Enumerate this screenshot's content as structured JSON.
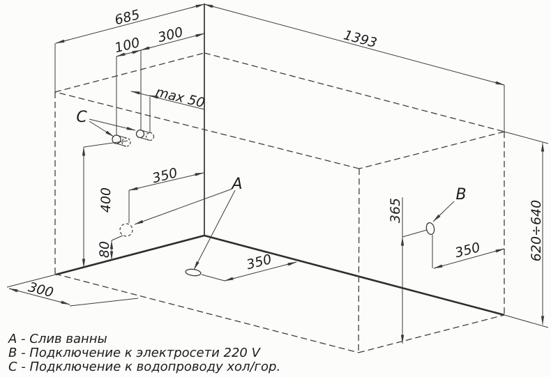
{
  "colors": {
    "line": "#3a3a3a",
    "text": "#1c1c1c",
    "background": "#fcfcfb"
  },
  "dims": {
    "bath_width_top": "685",
    "water_offset_corner": "300",
    "water_spacing": "100",
    "bath_length_top": "1393",
    "pipe_protrusion": "max 50",
    "water_height": "400",
    "drain_wall_offset": "350",
    "drain_wall_height": "80",
    "front_clearance": "300",
    "drain_floor_offset": "350",
    "socket_height": "365",
    "socket_offset": "350",
    "rim_height": "620÷640"
  },
  "markers": {
    "drain_label": "A",
    "power_label": "B",
    "water_label": "C"
  },
  "legend": {
    "drain": "А - Слив ванны",
    "power": "В - Подключение к электросети 220 V",
    "water": "С - Подключение к водопроводу хол/гор."
  }
}
